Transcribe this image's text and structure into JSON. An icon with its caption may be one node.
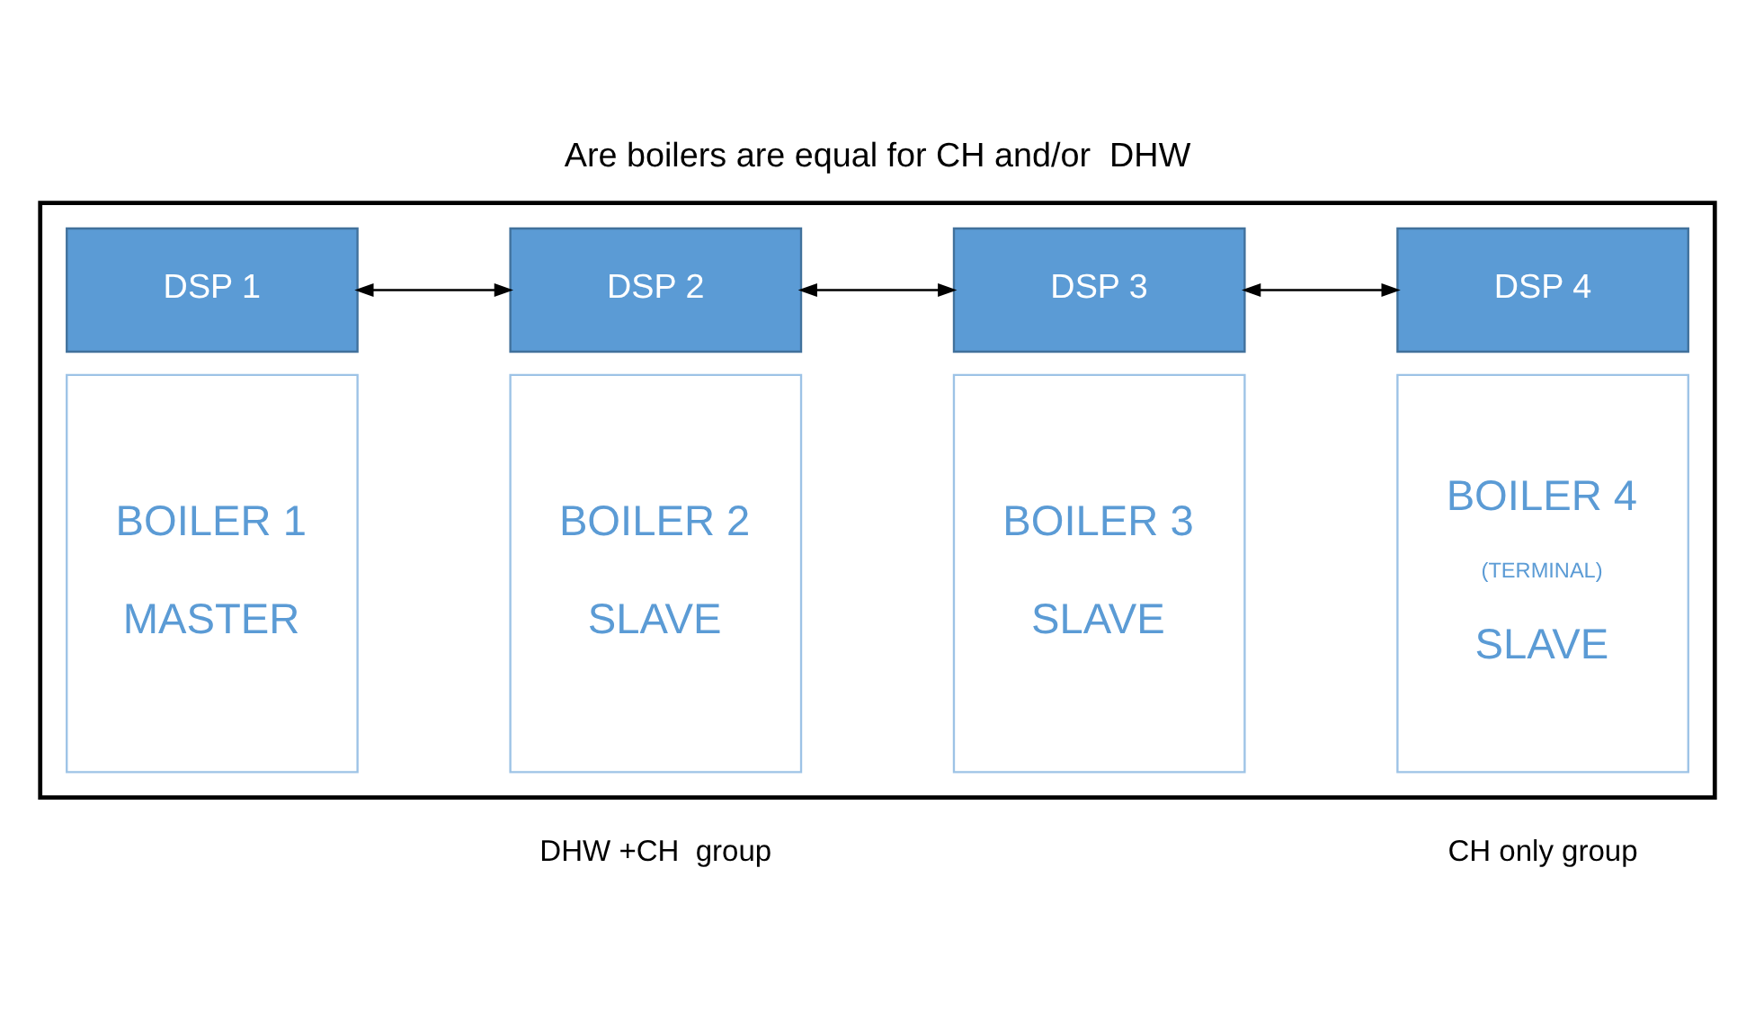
{
  "diagram": {
    "title": "Are boilers are equal for CH and/or  DHW",
    "nodes": [
      {
        "text": [],
        "shape": "box"
      },
      {
        "text": [
          "DSP 1"
        ],
        "in": 0
      },
      {
        "text": [
          "BOILER 1",
          "MASTER"
        ],
        "in": 0
      },
      {
        "text": [
          "DSP 2"
        ],
        "in": 0
      },
      {
        "text": [
          "BOILER 2",
          "SLAVE"
        ],
        "in": 0
      },
      {
        "text": [
          "DSP 3"
        ],
        "in": 0
      },
      {
        "text": [
          "BOILER 3",
          "SLAVE"
        ],
        "in": 0
      },
      {
        "text": [
          "DSP 4"
        ],
        "in": 0
      },
      {
        "text": [
          "BOILER 4",
          "(TERMINAL)",
          "SLAVE"
        ],
        "in": 0
      }
    ],
    "edges": [
      {
        "from": 1,
        "to": 3,
        "arrow": "both"
      },
      {
        "from": 3,
        "to": 5,
        "arrow": "both"
      },
      {
        "from": 5,
        "to": 7,
        "arrow": "both"
      }
    ],
    "labels": [
      "DHW +CH  group",
      "CH only group"
    ]
  }
}
